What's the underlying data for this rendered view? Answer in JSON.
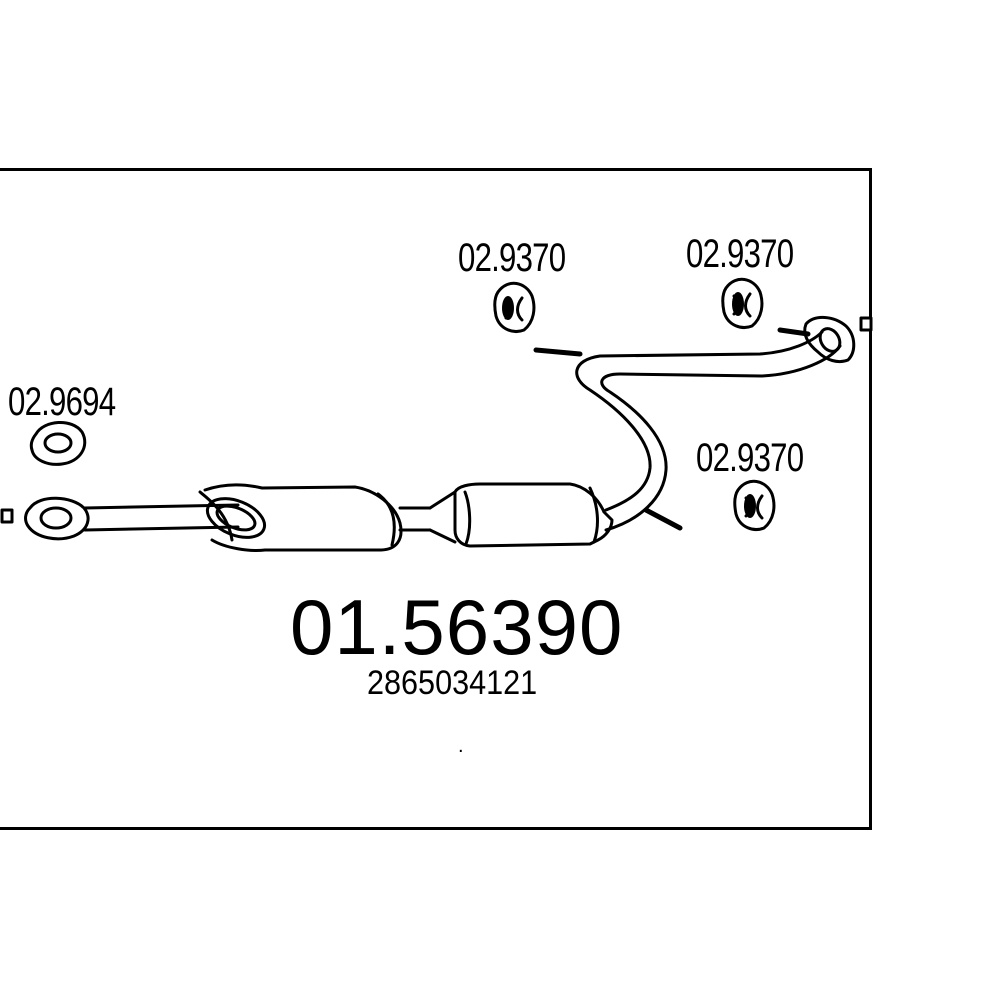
{
  "diagram": {
    "part_number": "01.56390",
    "oem_number": "2865034121",
    "footnote_mark": ".",
    "components": [
      {
        "label": "02.9694",
        "icon": "flange-gasket-icon"
      },
      {
        "label": "02.9370",
        "icon": "rubber-hanger-icon"
      },
      {
        "label": "02.9370",
        "icon": "rubber-hanger-icon"
      },
      {
        "label": "02.9370",
        "icon": "rubber-hanger-icon"
      }
    ],
    "colors": {
      "line": "#000000",
      "background": "#ffffff"
    }
  }
}
